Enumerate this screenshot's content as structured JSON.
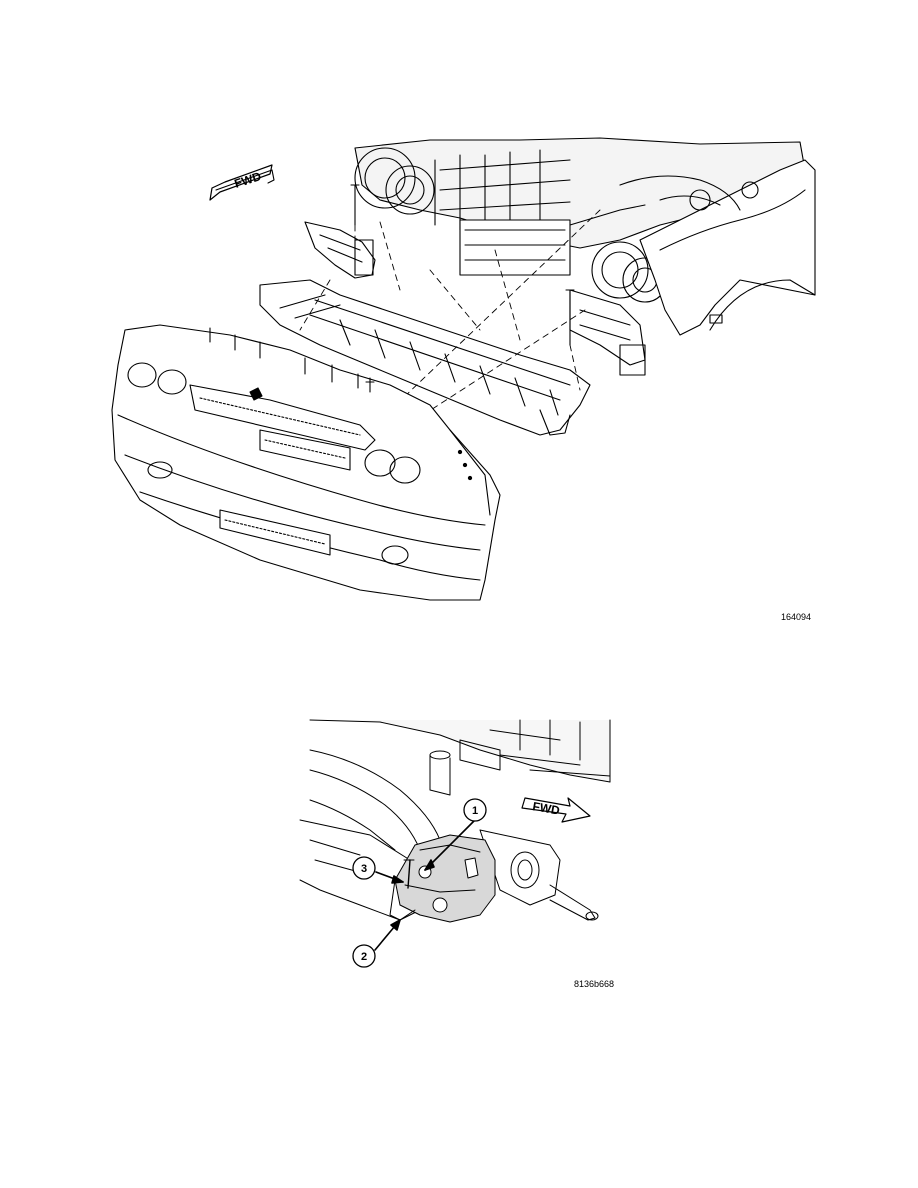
{
  "figures": [
    {
      "code": "164094",
      "direction_label": "FWD",
      "callouts": []
    },
    {
      "code": "8136b668",
      "direction_label": "FWD",
      "callouts": [
        "1",
        "2",
        "3"
      ]
    }
  ],
  "colors": {
    "line": "#000000",
    "shade": "#d8d8d8",
    "background": "#ffffff"
  }
}
